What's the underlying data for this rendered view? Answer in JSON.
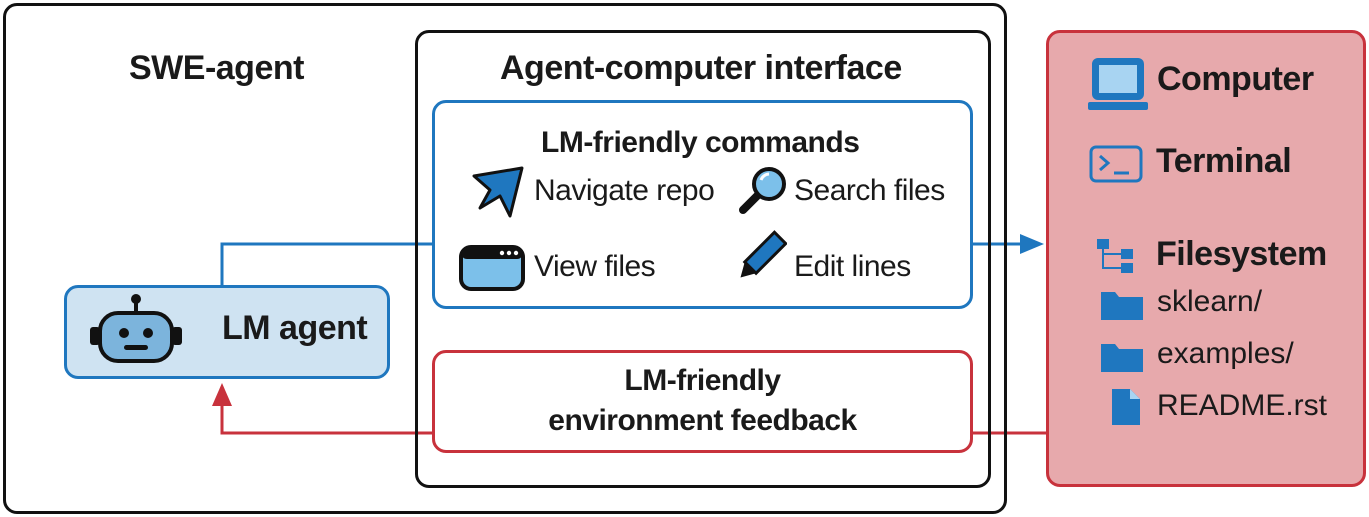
{
  "swe_agent": {
    "title": "SWE-agent"
  },
  "lm_agent": {
    "label": "LM agent",
    "icon": "robot-icon"
  },
  "aci": {
    "title": "Agent-computer interface",
    "commands": {
      "title": "LM-friendly commands",
      "items": [
        {
          "label": "Navigate repo",
          "icon": "cursor-arrow-icon"
        },
        {
          "label": "Search files",
          "icon": "magnifier-icon"
        },
        {
          "label": "View files",
          "icon": "window-icon"
        },
        {
          "label": "Edit lines",
          "icon": "pencil-icon"
        }
      ]
    },
    "feedback": {
      "line1": "LM-friendly",
      "line2": "environment feedback"
    }
  },
  "computer": {
    "title": "Computer",
    "terminal": "Terminal",
    "filesystem": {
      "title": "Filesystem",
      "entries": [
        {
          "name": "sklearn/",
          "type": "folder"
        },
        {
          "name": "examples/",
          "type": "folder"
        },
        {
          "name": "README.rst",
          "type": "file"
        }
      ]
    }
  },
  "colors": {
    "blue": "#1f77bf",
    "red": "#c8323c",
    "agent_fill": "#cfe3f2",
    "computer_fill": "#e7a9ac"
  }
}
